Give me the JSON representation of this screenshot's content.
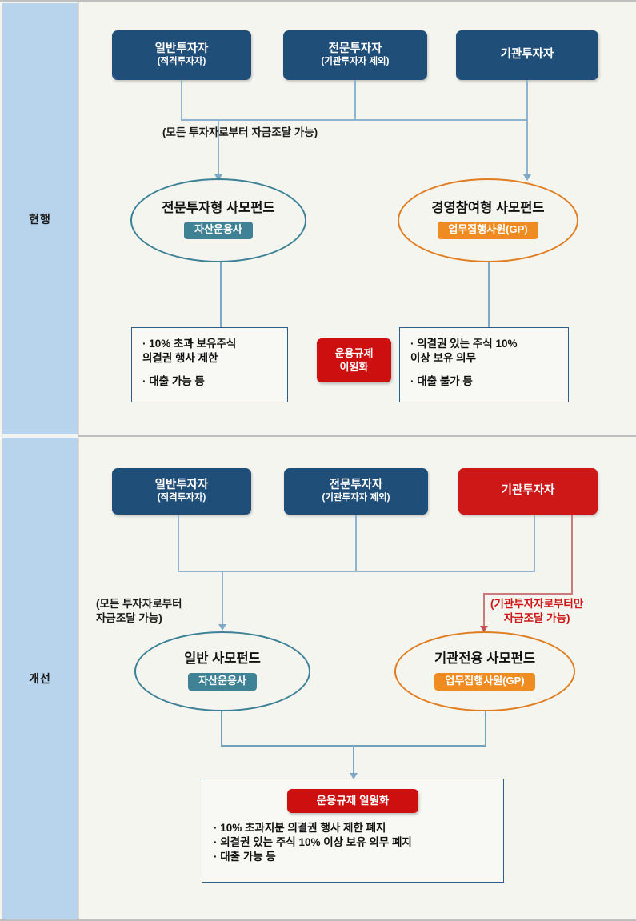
{
  "sidebar": {
    "rows": [
      {
        "label": "현행"
      },
      {
        "label": "개선"
      }
    ]
  },
  "colors": {
    "investor_blue": "#1F4E79",
    "investor_red": "#CE1717",
    "ellipse_teal": "#3C8196",
    "ellipse_orange": "#E07D20",
    "badge_teal": "#3F8296",
    "badge_orange": "#EE8C22",
    "red_badge": "#CE0F0F",
    "box_border_blue": "#2E5E88",
    "connector_blue": "#8FB3D0",
    "connector_red": "#C97A7E",
    "sidebar_bg": "#B8D4EC",
    "canvas_bg": "#F5F5F0"
  },
  "current": {
    "section_label": "현행",
    "investors": [
      {
        "main": "일반투자자",
        "sub": "(적격투자자)",
        "color": "blue"
      },
      {
        "main": "전문투자자",
        "sub": "(기관투자자 제외)",
        "color": "blue"
      },
      {
        "main": "기관투자자",
        "sub": "",
        "color": "blue"
      }
    ],
    "funding_note": "(모든 투자자로부터 자금조달 가능)",
    "funds": [
      {
        "title": "전문투자형 사모펀드",
        "badge": "자산운용사",
        "color": "teal"
      },
      {
        "title": "경영참여형 사모펀드",
        "badge": "업무집행사원(GP)",
        "color": "orange"
      }
    ],
    "rules_left": [
      "· 10% 초과 보유주식",
      "  의결권 행사 제한",
      "· 대출 가능 등"
    ],
    "rules_right": [
      "· 의결권 있는 주식 10%",
      "  이상 보유 의무",
      "· 대출 불가 등"
    ],
    "center_badge": [
      "운용규제",
      "이원화"
    ]
  },
  "improved": {
    "section_label": "개선",
    "investors": [
      {
        "main": "일반투자자",
        "sub": "(적격투자자)",
        "color": "blue"
      },
      {
        "main": "전문투자자",
        "sub": "(기관투자자 제외)",
        "color": "blue"
      },
      {
        "main": "기관투자자",
        "sub": "",
        "color": "red"
      }
    ],
    "funding_note_left": [
      "(모든 투자자로부터",
      "자금조달 가능)"
    ],
    "funding_note_right": [
      "(기관투자자로부터만",
      "자금조달 가능)"
    ],
    "funds": [
      {
        "title": "일반 사모펀드",
        "badge": "자산운용사",
        "color": "teal"
      },
      {
        "title": "기관전용 사모펀드",
        "badge": "업무집행사원(GP)",
        "color": "orange"
      }
    ],
    "result_badge": "운용규제 일원화",
    "result_rules": [
      "· 10% 초과지분 의결권 행사 제한 폐지",
      "· 의결권 있는 주식 10% 이상 보유 의무 폐지",
      "· 대출 가능 등"
    ]
  }
}
